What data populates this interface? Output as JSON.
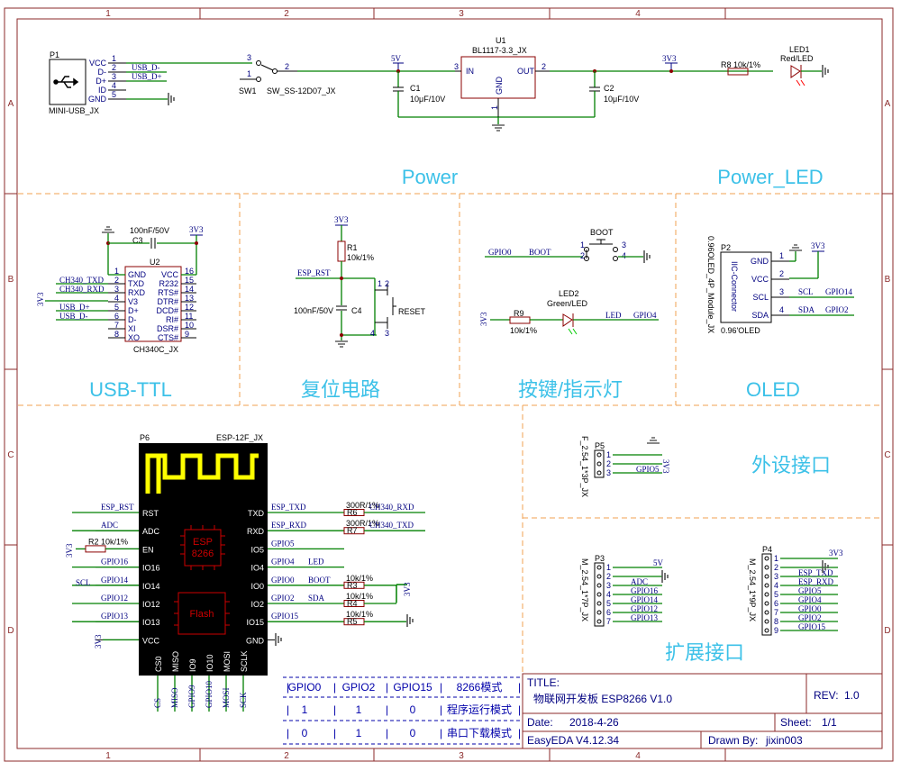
{
  "border": {
    "cols": [
      "1",
      "2",
      "3",
      "4"
    ],
    "rows": [
      "A",
      "B",
      "C",
      "D"
    ],
    "color": "#8b2a2a"
  },
  "sections": {
    "power": "Power",
    "power_led": "Power_LED",
    "usb_ttl": "USB-TTL",
    "reset": "复位电路",
    "keys": "按键/指示灯",
    "oled": "OLED",
    "periph": "外设接口",
    "expand": "扩展接口"
  },
  "colors": {
    "wire": "#008000",
    "section_title": "#3cc1e8",
    "border": "#8b2a2a",
    "net": "#000080",
    "chip": "#000000",
    "antenna": "#ffff00",
    "chip_logo": "#cc0000",
    "ic_outline": "#8b0000"
  },
  "power": {
    "p1_ref": "P1",
    "p1_part": "MINI-USB_JX",
    "p1_pins": [
      {
        "num": "1",
        "name": "VCC"
      },
      {
        "num": "2",
        "name": "D-"
      },
      {
        "num": "3",
        "name": "D+"
      },
      {
        "num": "4",
        "name": "ID"
      },
      {
        "num": "5",
        "name": "GND"
      }
    ],
    "usb_dm": "USB_D-",
    "usb_dp": "USB_D+",
    "sw_ref": "SW1",
    "sw_part": "SW_SS-12D07_JX",
    "sw_pins": [
      "3",
      "1",
      "2"
    ],
    "net_5v": "5V",
    "c1_ref": "C1",
    "c1_val": "10μF/10V",
    "u1_ref": "U1",
    "u1_part": "BL1117-3.3_JX",
    "u1_pins": {
      "in_num": "3",
      "in": "IN",
      "out_num": "2",
      "out": "OUT",
      "gnd": "GND",
      "gnd_num": "1"
    },
    "c2_ref": "C2",
    "c2_val": "10μF/10V",
    "net_3v3": "3V3",
    "r8": "R8 10k/1%",
    "led1_ref": "LED1",
    "led1_val": "Red/LED"
  },
  "usbttl": {
    "c3_ref": "C3",
    "c3_val": "100nF/50V",
    "net_3v3": "3V3",
    "u2_ref": "U2",
    "u2_part": "CH340C_JX",
    "left_pins": [
      {
        "num": "1",
        "name": "GND",
        "net": ""
      },
      {
        "num": "2",
        "name": "TXD",
        "net": "CH340_TXD"
      },
      {
        "num": "3",
        "name": "RXD",
        "net": "CH340_RXD"
      },
      {
        "num": "4",
        "name": "V3",
        "net": ""
      },
      {
        "num": "5",
        "name": "D+",
        "net": "USB_D+"
      },
      {
        "num": "6",
        "name": "D-",
        "net": "USB_D-"
      },
      {
        "num": "7",
        "name": "XI",
        "net": ""
      },
      {
        "num": "8",
        "name": "XO",
        "net": ""
      }
    ],
    "right_pins": [
      {
        "num": "16",
        "name": "VCC"
      },
      {
        "num": "15",
        "name": "R232"
      },
      {
        "num": "14",
        "name": "RTS#"
      },
      {
        "num": "13",
        "name": "DTR#"
      },
      {
        "num": "12",
        "name": "DCD#"
      },
      {
        "num": "11",
        "name": "RI#"
      },
      {
        "num": "10",
        "name": "DSR#"
      },
      {
        "num": "9",
        "name": "CTS#"
      }
    ]
  },
  "reset": {
    "net_3v3": "3V3",
    "r1_ref": "R1",
    "r1_val": "10k/1%",
    "esp_rst": "ESP_RST",
    "c4_val": "100nF/50V",
    "c4_ref": "C4",
    "sw_label": "RESET",
    "sw_pins": [
      "1",
      "2",
      "4",
      "3"
    ]
  },
  "keys": {
    "boot_label": "BOOT",
    "gpio0": "GPIO0",
    "boot_net": "BOOT",
    "sw_pins": [
      "1",
      "2",
      "3",
      "4"
    ],
    "net_3v3": "3V3",
    "r9_ref": "R9",
    "r9_val": "10k/1%",
    "led2_ref": "LED2",
    "led2_val": "Green/LED",
    "led_net": "LED",
    "gpio4": "GPIO4"
  },
  "oled": {
    "ref": "P2",
    "side_text": "IIC-Connector",
    "part": "0.96OLED_4P_Module_JX",
    "name": "0.96'OLED",
    "net_3v3": "3V3",
    "pins": [
      {
        "num": "1",
        "name": "GND",
        "net": "",
        "gpio": ""
      },
      {
        "num": "2",
        "name": "VCC",
        "net": "",
        "gpio": ""
      },
      {
        "num": "3",
        "name": "SCL",
        "net": "SCL",
        "gpio": "GPIO14"
      },
      {
        "num": "4",
        "name": "SDA",
        "net": "SDA",
        "gpio": "GPIO2"
      }
    ]
  },
  "esp": {
    "ref": "P6",
    "part": "ESP-12F_JX",
    "logo1": "ESP",
    "logo2": "8266",
    "flash": "Flash",
    "left_pins": [
      {
        "name": "RST",
        "net": "ESP_RST",
        "ext": ""
      },
      {
        "name": "ADC",
        "net": "ADC",
        "ext": ""
      },
      {
        "name": "EN",
        "net": "R2 10k/1%",
        "ext": "3V3"
      },
      {
        "name": "IO16",
        "net": "GPIO16",
        "ext": ""
      },
      {
        "name": "IO14",
        "net": "GPIO14",
        "ext": "SCL"
      },
      {
        "name": "IO12",
        "net": "GPIO12",
        "ext": ""
      },
      {
        "name": "IO13",
        "net": "GPIO13",
        "ext": ""
      },
      {
        "name": "VCC",
        "net": "",
        "ext": "3V3"
      }
    ],
    "right_pins": [
      {
        "name": "TXD",
        "net": "ESP_TXD",
        "res": "300R/1%",
        "rref": "R6",
        "ext": "CH340_RXD"
      },
      {
        "name": "RXD",
        "net": "ESP_RXD",
        "res": "300R/1%",
        "rref": "R7",
        "ext": "CH340_TXD"
      },
      {
        "name": "IO5",
        "net": "GPIO5",
        "res": "",
        "rref": "",
        "ext": ""
      },
      {
        "name": "IO4",
        "net": "GPIO4",
        "res": "",
        "rref": "",
        "ext": "LED"
      },
      {
        "name": "IO0",
        "net": "GPIO0",
        "res": "10k/1%",
        "rref": "R3",
        "ext": "BOOT"
      },
      {
        "name": "IO2",
        "net": "GPIO2",
        "res": "10k/1%",
        "rref": "R4",
        "ext": "SDA"
      },
      {
        "name": "IO15",
        "net": "GPIO15",
        "res": "10k/1%",
        "rref": "R5",
        "ext": ""
      },
      {
        "name": "GND",
        "net": "",
        "res": "",
        "rref": "",
        "ext": ""
      }
    ],
    "r_3v3": "3V3",
    "bottom_pins": [
      {
        "name": "CS0",
        "net": "CS"
      },
      {
        "name": "MISO",
        "net": "MISO"
      },
      {
        "name": "IO9",
        "net": "GPIO9"
      },
      {
        "name": "IO10",
        "net": "GPIO10"
      },
      {
        "name": "MOSI",
        "net": "MOSI"
      },
      {
        "name": "SCLK",
        "net": "SCK"
      }
    ]
  },
  "mode_table": {
    "headers": [
      "GPIO0",
      "GPIO2",
      "GPIO15",
      "8266模式"
    ],
    "rows": [
      [
        "1",
        "1",
        "0",
        "程序运行模式"
      ],
      [
        "0",
        "1",
        "0",
        "串口下载模式"
      ]
    ]
  },
  "p5": {
    "ref": "P5",
    "part": "F_2.54_1*3P_JX",
    "pins": [
      "1",
      "2",
      "3"
    ],
    "gpio": "GPIO5",
    "net_3v3": "3V3"
  },
  "p3": {
    "ref": "P3",
    "part": "M_2.54_1*7P_JX",
    "net_5v": "5V",
    "pins": [
      "1",
      "2",
      "3",
      "4",
      "5",
      "6",
      "7"
    ],
    "nets": [
      "",
      "",
      "ADC",
      "GPIO16",
      "GPIO14",
      "GPIO12",
      "GPIO13"
    ]
  },
  "p4": {
    "ref": "P4",
    "part": "M_2.54_1*9P_JX",
    "net_3v3": "3V3",
    "pins": [
      "1",
      "2",
      "3",
      "4",
      "5",
      "6",
      "7",
      "8",
      "9"
    ],
    "nets": [
      "",
      "",
      "ESP_TXD",
      "ESP_RXD",
      "GPIO5",
      "GPIO4",
      "GPIO0",
      "GPIO2",
      "GPIO15"
    ]
  },
  "title_block": {
    "title_label": "TITLE:",
    "title": "物联网开发板 ESP8266 V1.0",
    "rev_label": "REV:",
    "rev": "1.0",
    "date_label": "Date:",
    "date": "2018-4-26",
    "sheet_label": "Sheet:",
    "sheet": "1/1",
    "tool": "EasyEDA V4.12.34",
    "drawn_label": "Drawn By:",
    "drawn": "jixin003"
  }
}
